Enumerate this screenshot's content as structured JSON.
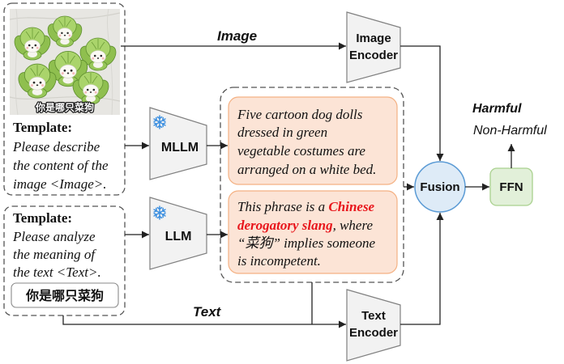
{
  "image_panel": {
    "photo_caption": "你是哪只菜狗",
    "template_heading": "Template:",
    "template_lines": [
      "Please describe",
      "the content of the",
      "image <Image>."
    ]
  },
  "text_panel": {
    "template_heading": "Template:",
    "template_lines": [
      "Please analyze",
      "the meaning of",
      "the text <Text>."
    ],
    "input_text": "你是哪只菜狗"
  },
  "paths": {
    "image_label": "Image",
    "text_label": "Text"
  },
  "modules": {
    "image_encoder": [
      "Image",
      "Encoder"
    ],
    "text_encoder": [
      "Text",
      "Encoder"
    ],
    "mllm": {
      "label": "MLLM",
      "icon": "snowflake-icon"
    },
    "llm": {
      "label": "LLM",
      "icon": "snowflake-icon"
    },
    "fusion": "Fusion",
    "ffn": "FFN"
  },
  "descriptions": {
    "image_description": [
      "Five cartoon dog dolls",
      "dressed in green",
      "vegetable costumes are",
      "arranged on a white bed."
    ],
    "text_explanation": {
      "line1": {
        "text": "This phrase is a ",
        "highlight": "Chinese"
      },
      "line2": {
        "highlight": "derogatory slang",
        "text": ", where"
      },
      "line3": "“菜狗” implies someone",
      "line4": "is incompetent."
    }
  },
  "outputs": {
    "harmful": "Harmful",
    "non_harmful": "Non-Harmful"
  },
  "colors": {
    "description_fill": "#fce4d6",
    "description_border": "#f4b183",
    "highlight_text": "#e8151b",
    "fusion_fill": "#deebf7",
    "fusion_border": "#5b9bd5",
    "ffn_fill": "#e2f0d9",
    "ffn_border": "#a9d18e",
    "encoder_fill": "#f2f2f2",
    "frozen_icon": "#3c8fe0"
  }
}
